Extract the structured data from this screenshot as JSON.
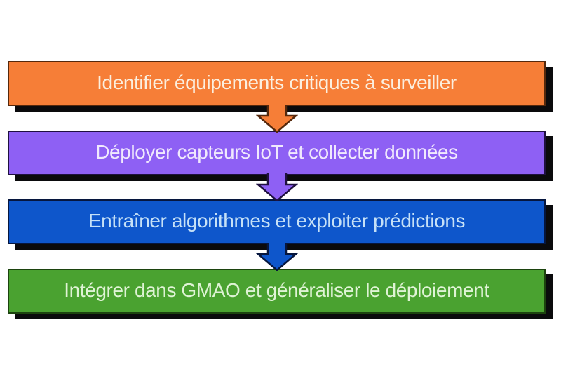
{
  "diagram": {
    "background": "#ffffff",
    "shadow_color": "#0a0a0c",
    "steps": [
      {
        "label": "Identifier équipements critiques à surveiller",
        "fill": "#f67e37",
        "border": "#55280c",
        "text_color": "#fbefdf",
        "arrow_to_next": true
      },
      {
        "label": "Déployer capteurs IoT et collecter données",
        "fill": "#8e60f4",
        "border": "#1f1040",
        "text_color": "#f0e9fd",
        "arrow_to_next": true
      },
      {
        "label": "Entraîner algorithmes et exploiter prédictions",
        "fill": "#0e56cb",
        "border": "#06163e",
        "text_color": "#c6e1f7",
        "arrow_to_next": true
      },
      {
        "label": "Intégrer dans GMAO et généraliser le déploiement",
        "fill": "#4aa230",
        "border": "#1c430e",
        "text_color": "#dff3d5",
        "arrow_to_next": false
      }
    ]
  }
}
